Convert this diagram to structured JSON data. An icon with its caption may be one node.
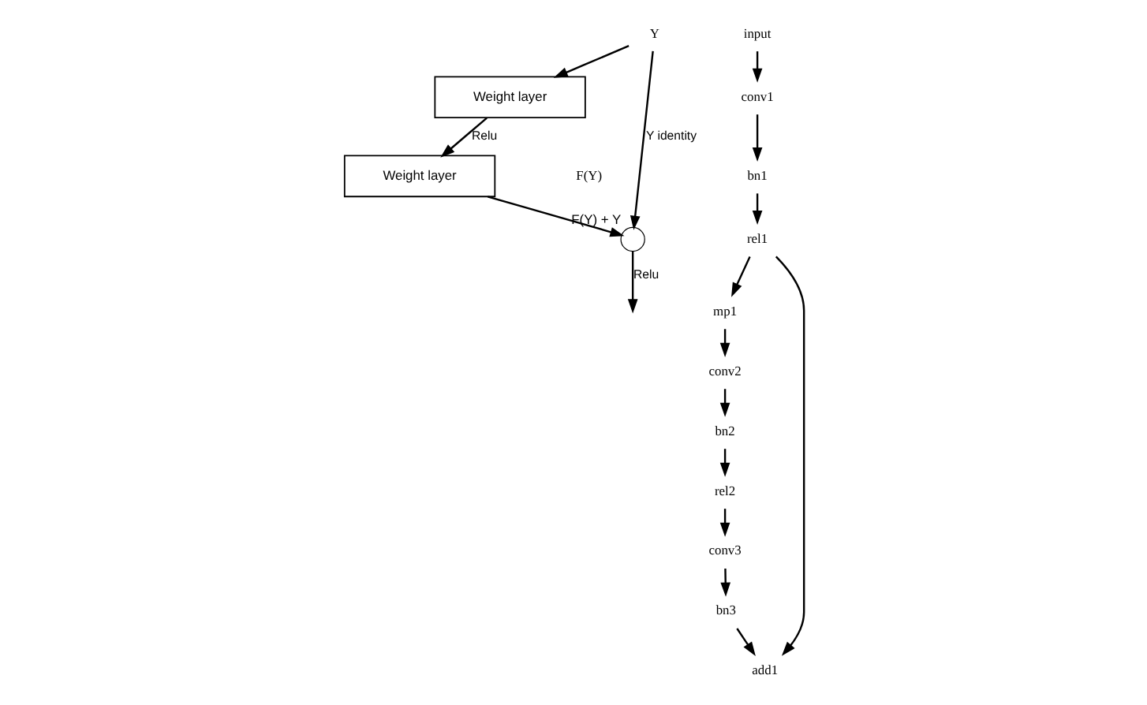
{
  "diagram": {
    "nodes": [
      {
        "text": [
          "Y"
        ]
      },
      {
        "text": [
          "Weight layer"
        ]
      },
      {
        "text": [
          "Weight layer"
        ]
      },
      {
        "text": [],
        "shape": "circle",
        "beside": [
          "F(Y) + Y"
        ]
      },
      {
        "text": [
          "input"
        ]
      },
      {
        "text": [
          "conv1"
        ]
      },
      {
        "text": [
          "bn1"
        ]
      },
      {
        "text": [
          "rel1"
        ]
      },
      {
        "text": [
          "mp1"
        ]
      },
      {
        "text": [
          "conv2"
        ]
      },
      {
        "text": [
          "bn2"
        ]
      },
      {
        "text": [
          "rel2"
        ]
      },
      {
        "text": [
          "conv3"
        ]
      },
      {
        "text": [
          "bn3"
        ]
      },
      {
        "text": [
          "add1"
        ]
      }
    ],
    "edges": [
      {
        "from": 0,
        "to": 1,
        "arrow": "to"
      },
      {
        "from": 1,
        "to": 2,
        "arrow": "to",
        "label": "Relu"
      },
      {
        "from": 2,
        "to": 3,
        "arrow": "to"
      },
      {
        "from": 0,
        "to": 3,
        "arrow": "to",
        "label": "Y identity"
      },
      {
        "from": 3,
        "to": null,
        "arrow": "to",
        "label": "Relu"
      },
      {
        "from": 4,
        "to": 5,
        "arrow": "to"
      },
      {
        "from": 5,
        "to": 6,
        "arrow": "to"
      },
      {
        "from": 6,
        "to": 7,
        "arrow": "to"
      },
      {
        "from": 7,
        "to": 8,
        "arrow": "to"
      },
      {
        "from": 8,
        "to": 9,
        "arrow": "to"
      },
      {
        "from": 9,
        "to": 10,
        "arrow": "to"
      },
      {
        "from": 10,
        "to": 11,
        "arrow": "to"
      },
      {
        "from": 11,
        "to": 12,
        "arrow": "to"
      },
      {
        "from": 12,
        "to": 13,
        "arrow": "to"
      },
      {
        "from": 13,
        "to": 14,
        "arrow": "to"
      },
      {
        "from": 7,
        "to": 14,
        "arrow": "to"
      }
    ],
    "labels": [
      "F(Y)"
    ]
  }
}
